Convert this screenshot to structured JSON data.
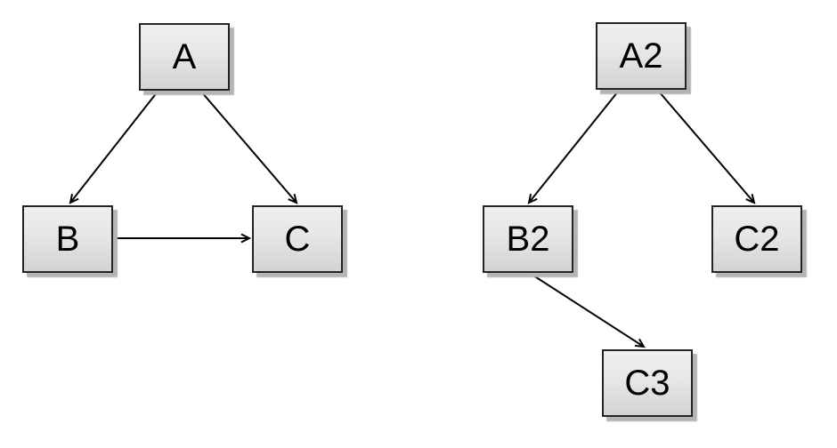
{
  "diagrams": [
    {
      "name": "left-graph",
      "nodes": [
        {
          "id": "A",
          "label": "A"
        },
        {
          "id": "B",
          "label": "B"
        },
        {
          "id": "C",
          "label": "C"
        }
      ],
      "edges": [
        {
          "from": "A",
          "to": "B"
        },
        {
          "from": "A",
          "to": "C"
        },
        {
          "from": "B",
          "to": "C"
        }
      ]
    },
    {
      "name": "right-graph",
      "nodes": [
        {
          "id": "A2",
          "label": "A2"
        },
        {
          "id": "B2",
          "label": "B2"
        },
        {
          "id": "C2",
          "label": "C2"
        },
        {
          "id": "C3",
          "label": "C3"
        }
      ],
      "edges": [
        {
          "from": "A2",
          "to": "B2"
        },
        {
          "from": "A2",
          "to": "C2"
        },
        {
          "from": "B2",
          "to": "C3"
        }
      ]
    }
  ],
  "colors": {
    "background": "#ffffff",
    "node_fill_top": "#efefef",
    "node_fill_bottom": "#d3d3d3",
    "node_border": "#242424",
    "node_shadow": "#b4b4b4",
    "edge": "#000000",
    "text": "#000000"
  },
  "edge_style": "open-arrowhead"
}
